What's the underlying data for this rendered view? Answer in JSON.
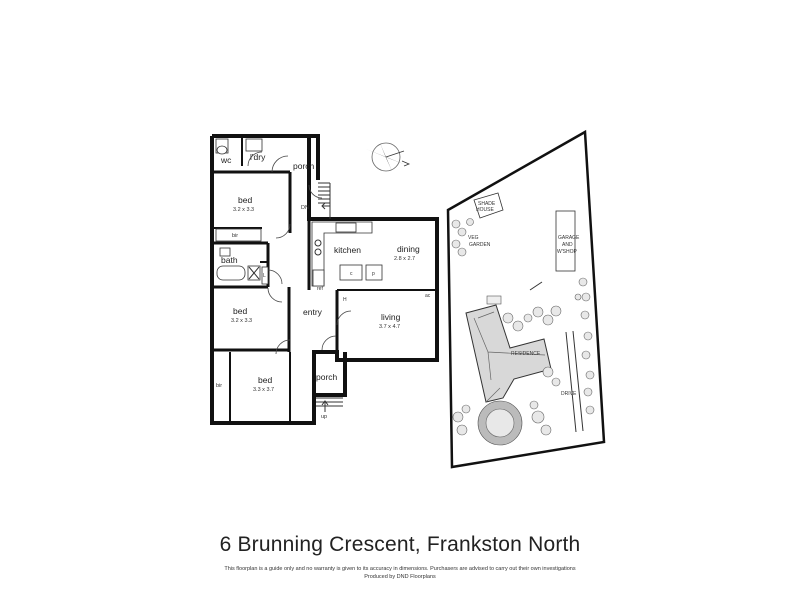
{
  "title": "6 Brunning Crescent, Frankston North",
  "disclaimer": "This floorplan is a guide only and no warranty is given to  its accuracy in dimensions.  Purchasers are advised to carry out their own investigations",
  "credit": "Produced by DND Floorplans",
  "rooms": {
    "wc": "wc",
    "ldry": "l'dry",
    "porch_top": "porch",
    "bed1": "bed",
    "bed1_dim": "3.2 x 3.3",
    "dn": "DN",
    "bir1": "bir",
    "kitchen": "kitchen",
    "dining": "dining",
    "dining_dim": "2.8 x 2.7",
    "bath": "bath",
    "linen": "L",
    "c_cupboard": "c",
    "pantry": "p",
    "ref": "ref",
    "heater": "H",
    "ac": "ac",
    "bed2": "bed",
    "bed2_dim": "3.2 x 3.3",
    "entry": "entry",
    "living": "living",
    "living_dim": "3.7 x 4.7",
    "bir2": "bir",
    "bed3": "bed",
    "bed3_dim": "3.3 x 3.7",
    "porch_front": "porch",
    "up": "up"
  },
  "site": {
    "shade_house": [
      "SHADE",
      "HOUSE"
    ],
    "veg_garden": [
      "VEG",
      "GARDEN"
    ],
    "garage": [
      "GARAGE",
      "AND",
      "W'SHOP"
    ],
    "residence": "RESIDENCE",
    "drive": "DRIVE"
  },
  "icons": {
    "compass": "north-arrow-icon"
  }
}
